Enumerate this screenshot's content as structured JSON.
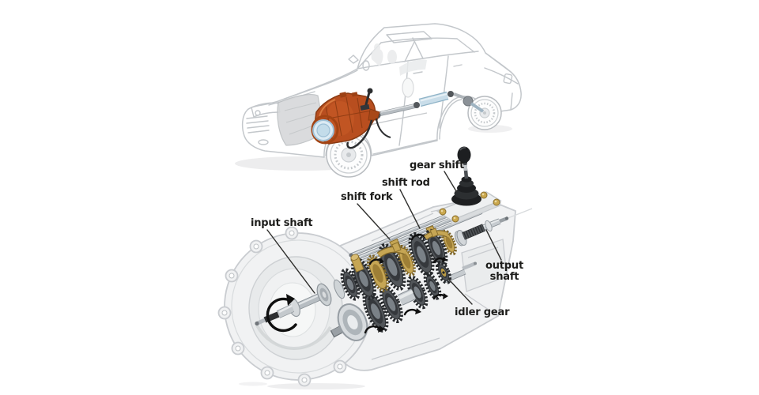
{
  "diagram": {
    "labels": [
      {
        "id": "gear-shift",
        "text": "gear shift"
      },
      {
        "id": "shift-rod",
        "text": "shift rod"
      },
      {
        "id": "shift-fork",
        "text": "shift fork"
      },
      {
        "id": "input-shaft",
        "text": "input shaft"
      },
      {
        "id": "output-shaft",
        "text": "output shaft"
      },
      {
        "id": "idler-gear",
        "text": "idler gear"
      }
    ],
    "colors": {
      "background": "#ffffff",
      "label_text": "#1d1d1b",
      "leader_line": "#2f2f2d",
      "car_line": "#c3c7cb",
      "housing_fill": "#f1f2f3",
      "housing_line": "#c9ccd0",
      "gear_dark": "#515559",
      "shaft_silver": "#c6cbcf",
      "brass": "#c6a654",
      "rubber_black": "#1d1f21",
      "powertrain_orange": "#b84e1f",
      "clutch_blue": "#c9dde9"
    }
  }
}
